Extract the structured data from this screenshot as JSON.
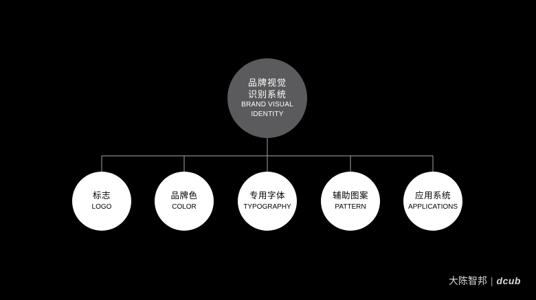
{
  "colors": {
    "background": "#000000",
    "root_fill": "#5b5b5d",
    "child_fill": "#ffffff",
    "connector": "#8a8a8a"
  },
  "root": {
    "line1": "品牌视觉",
    "line2": "识别系统",
    "line3": "BRAND VISUAL",
    "line4": "IDENTITY"
  },
  "children": [
    {
      "zh": "标志",
      "en": "LOGO"
    },
    {
      "zh": "品牌色",
      "en": "COLOR"
    },
    {
      "zh": "专用字体",
      "en": "TYPOGRAPHY"
    },
    {
      "zh": "辅助图案",
      "en": "PATTERN"
    },
    {
      "zh": "应用系统",
      "en": "APPLICATIONS"
    }
  ],
  "brand": {
    "name": "大陈智邦",
    "separator": "|",
    "logo": "dcub"
  }
}
